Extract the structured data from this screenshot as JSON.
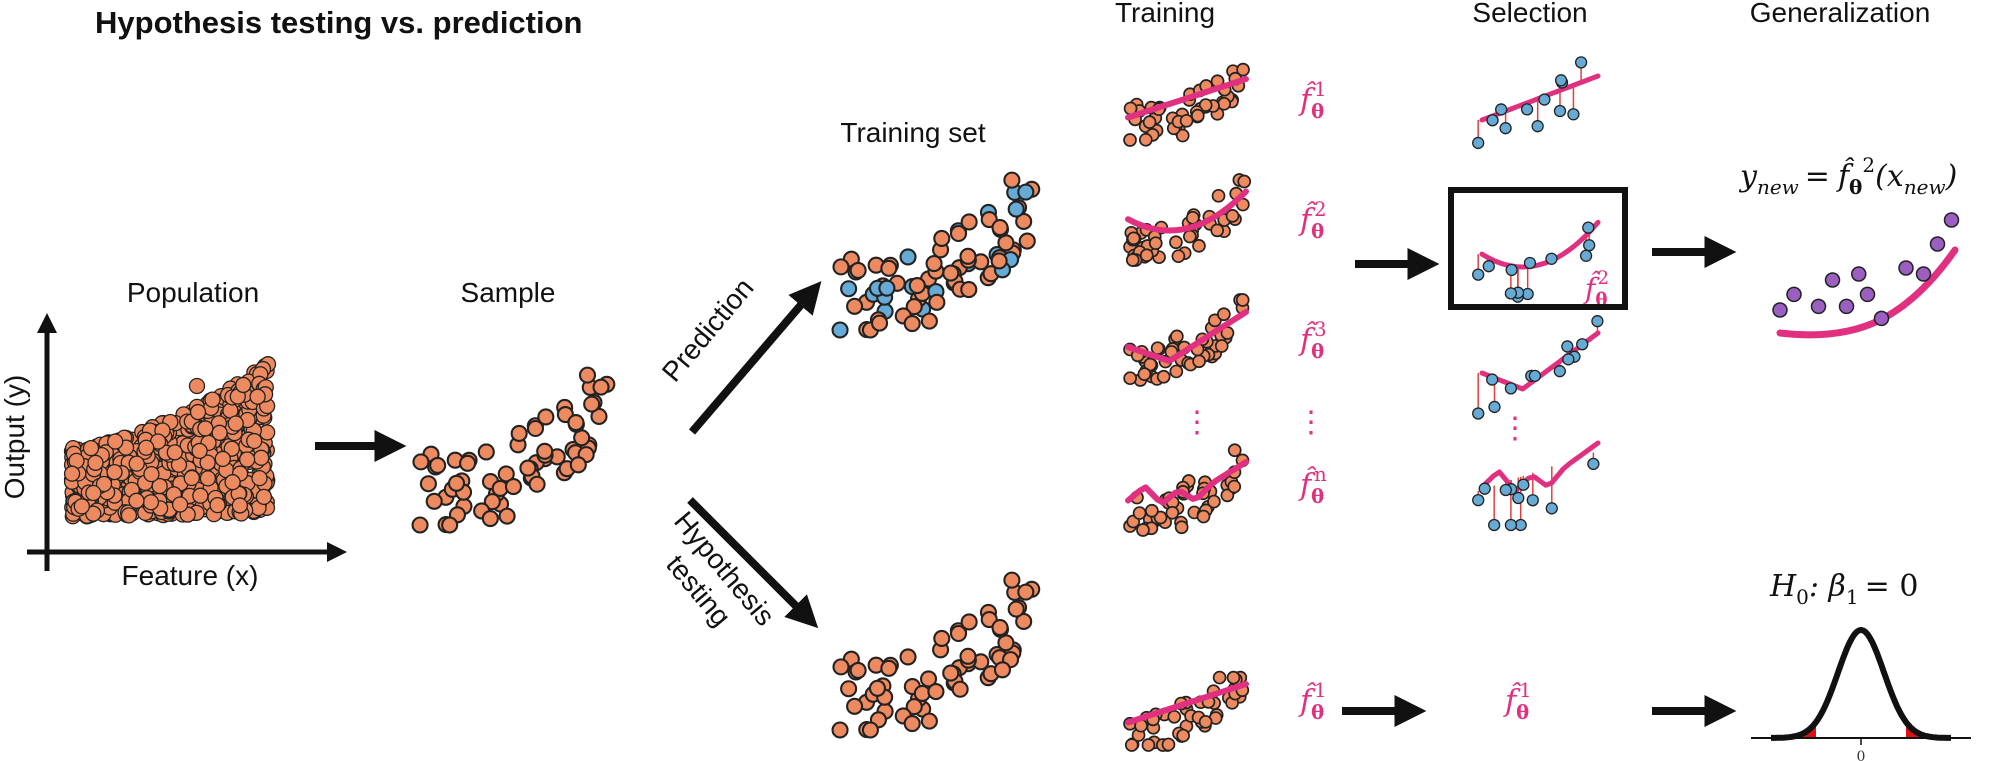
{
  "title": "Hypothesis testing vs. prediction",
  "population": {
    "label": "Population",
    "y_axis_label": "Output (y)",
    "x_axis_label": "Feature (x)"
  },
  "sample": {
    "label": "Sample"
  },
  "branches": {
    "prediction_label": "Prediction",
    "hypothesis_label_line1": "Hypothesis",
    "hypothesis_label_line2": "testing"
  },
  "training_set": {
    "label": "Training set"
  },
  "columns": {
    "training": "Training",
    "selection": "Selection",
    "generalization": "Generalization"
  },
  "models": {
    "base_symbol": "f̂",
    "theta": "θ",
    "superscripts": [
      "1",
      "2",
      "3",
      "n"
    ],
    "hypothesis_superscript": "1"
  },
  "ellipsis": [
    "⋮",
    "⋮",
    "⋮"
  ],
  "prediction_equation": {
    "lhs": "y",
    "lhs_sub": "new",
    "equals": "=",
    "model_sup": "2",
    "arg_open": "(x",
    "arg_sub": "new",
    "arg_close": ")"
  },
  "null_hypothesis": {
    "h": "H",
    "h_sub": "0",
    "colon_beta": ": β",
    "beta_sub": "1",
    "rhs": "= 0"
  },
  "distribution_tick": "0",
  "colors": {
    "orange_point": "#ee8a5f",
    "blue_point": "#66aad6",
    "purple_point": "#9a5fc0",
    "fit_line": "#e0307f",
    "residual": "#e04040",
    "tail_fill": "#dd1111",
    "ink": "#111111"
  }
}
